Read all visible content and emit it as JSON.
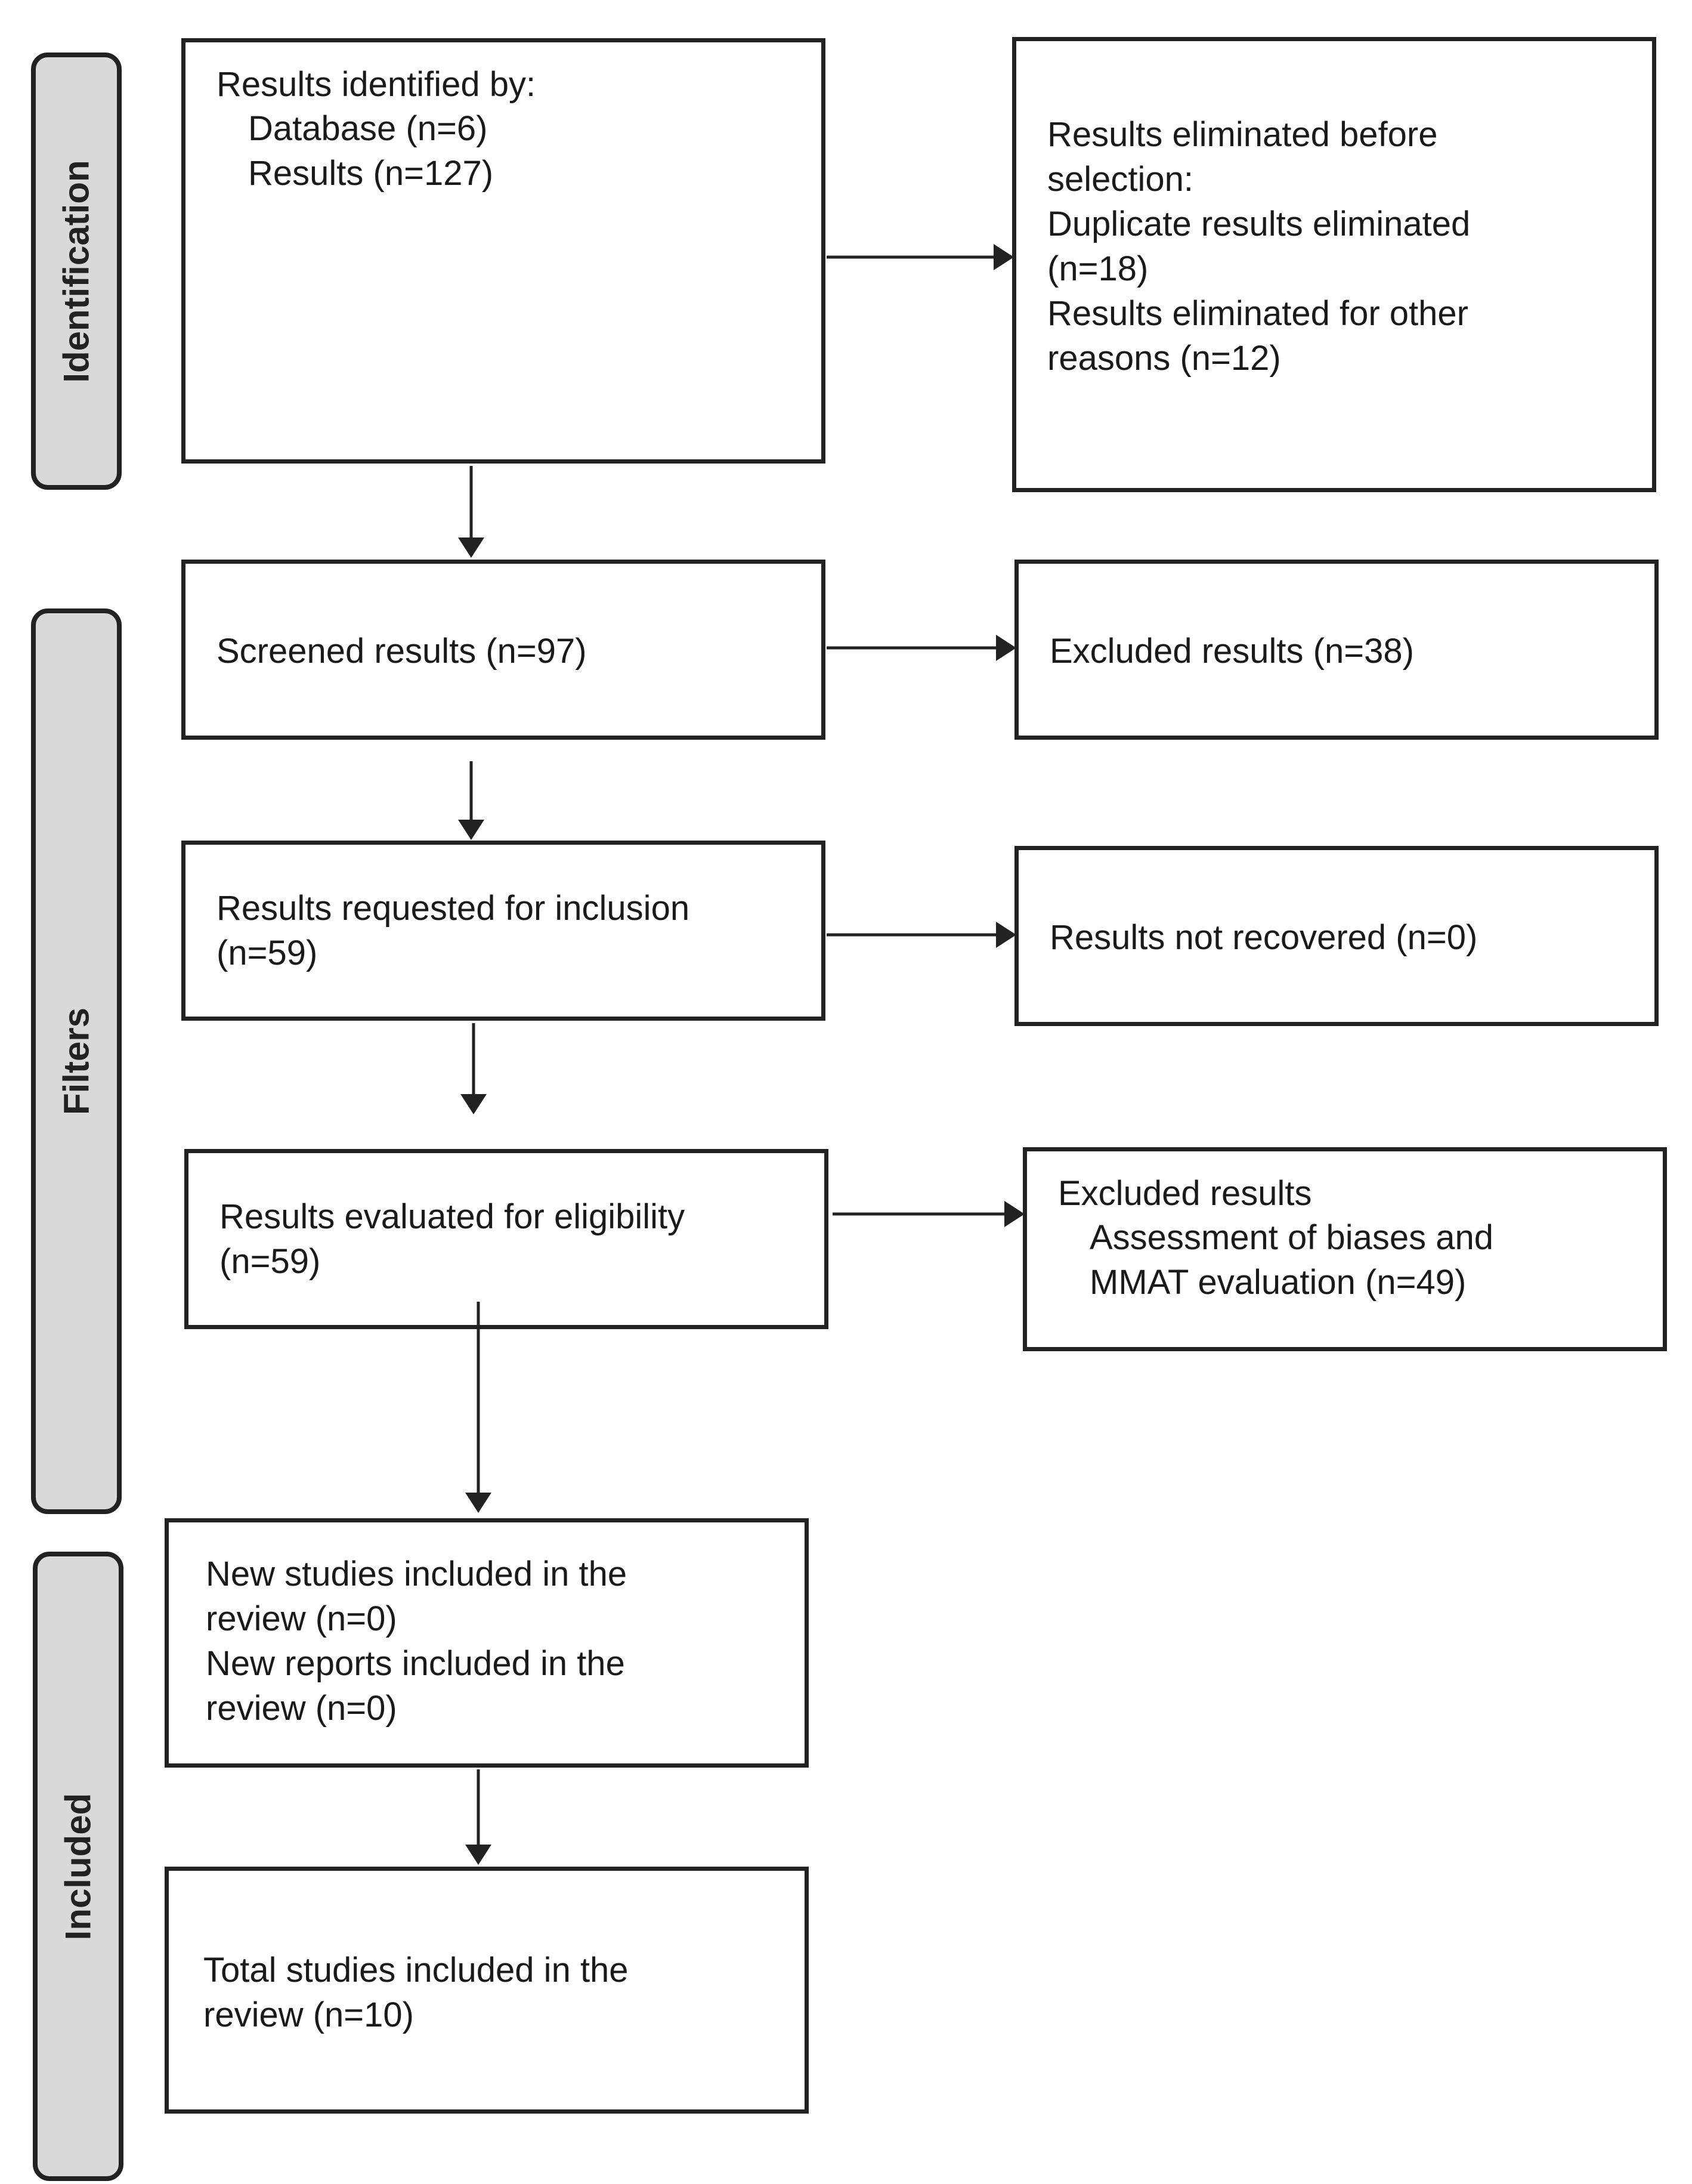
{
  "stages": {
    "identification": "Identification",
    "filters": "Filters",
    "included": "Included"
  },
  "boxes": {
    "identified": {
      "heading": "Results identified by:",
      "database": "Database (n=6)",
      "results": "Results (n=127)"
    },
    "eliminated": {
      "line1": "Results eliminated before",
      "line2": "selection:",
      "line3": "Duplicate results eliminated",
      "line4": "(n=18)",
      "line5": "Results eliminated for other",
      "line6": "reasons (n=12)"
    },
    "screened": {
      "text": "Screened results (n=97)"
    },
    "excluded_screening": {
      "text": "Excluded results (n=38)"
    },
    "requested": {
      "line1": "Results requested for inclusion",
      "line2": "(n=59)"
    },
    "not_recovered": {
      "text": "Results not recovered (n=0)"
    },
    "evaluated": {
      "line1": "Results evaluated for eligibility",
      "line2": "(n=59)"
    },
    "excluded_eligibility": {
      "line1": "Excluded results",
      "line2": "Assessment of biases and",
      "line3": "MMAT evaluation (n=49)"
    },
    "new_included": {
      "line1": "New studies included in the",
      "line2": "review (n=0)",
      "line3": "New reports included in the",
      "line4": "review (n=0)"
    },
    "total": {
      "line1": "Total studies included in the",
      "line2": "review (n=10)"
    }
  }
}
